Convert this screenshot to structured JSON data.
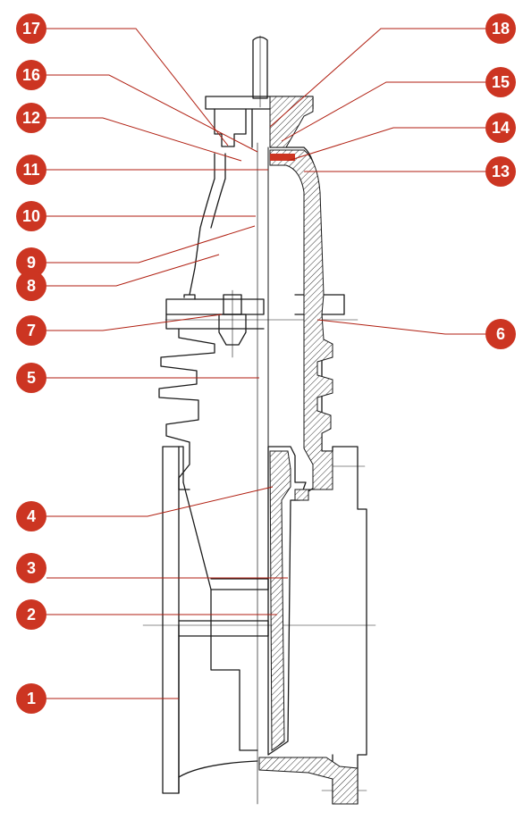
{
  "diagram": {
    "accent": "#cc3522",
    "line_color": "#1a1a1a",
    "leader_color": "#b01e10",
    "callouts": [
      {
        "n": "17"
      },
      {
        "n": "16"
      },
      {
        "n": "12"
      },
      {
        "n": "11"
      },
      {
        "n": "10"
      },
      {
        "n": "9"
      },
      {
        "n": "8"
      },
      {
        "n": "7"
      },
      {
        "n": "5"
      },
      {
        "n": "4"
      },
      {
        "n": "3"
      },
      {
        "n": "2"
      },
      {
        "n": "1"
      },
      {
        "n": "18"
      },
      {
        "n": "15"
      },
      {
        "n": "14"
      },
      {
        "n": "13"
      },
      {
        "n": "6"
      }
    ]
  }
}
